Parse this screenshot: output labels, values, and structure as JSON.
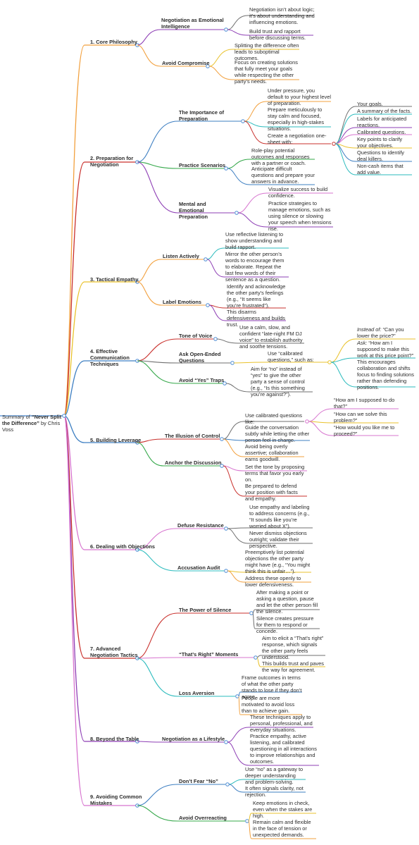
{
  "colors": {
    "orange": "#f2a03d",
    "red": "#c9302c",
    "yellow": "#e9c22c",
    "green": "#35a84a",
    "purple": "#8e3fb5",
    "blue": "#3e7fc2",
    "pink": "#d774cf",
    "teal": "#2bbbbd",
    "brown": "#8a5a3b",
    "gray": "#6f6f6f",
    "node": "#4a8bd4"
  },
  "root": {
    "prefix": "Summary of ",
    "title": "“Never Split the Difference”",
    "suffix": " by Chris Voss"
  },
  "branches": [
    {
      "label": "1. Core Philosophy",
      "subs": [
        {
          "label": "Negotiation as Emotional Intelligence",
          "items": [
            "Negotiation isn’t about logic; it’s about understanding and influencing emotions.",
            "Build trust and rapport before discussing terms."
          ]
        },
        {
          "label": "Avoid Compromise",
          "items": [
            "Splitting the difference often leads to suboptimal outcomes.",
            "Focus on creating solutions that fully meet your goals while respecting the other party’s needs."
          ]
        }
      ]
    },
    {
      "label": "2. Preparation for Negotiation",
      "subs": [
        {
          "label": "The Importance of Preparation",
          "items": [
            "Under pressure, you default to your highest level of preparation.",
            "Prepare meticulously to stay calm and focused, especially in high-stakes situations.",
            "Create a negotiation one-sheet with:"
          ],
          "one_sheet": [
            "Your goals.",
            "A summary of the facts.",
            "Labels for anticipated reactions.",
            "Calibrated questions.",
            "Key points to clarify your objectives.",
            "Questions to identify deal killers.",
            "Non-cash items that add value."
          ]
        },
        {
          "label": "Practice Scenarios",
          "items": [
            "Role-play potential outcomes and responses with a partner or coach.",
            "Anticipate difficult questions and prepare your answers in advance."
          ]
        },
        {
          "label": "Mental and Emotional Preparation",
          "items": [
            "Visualize success to build confidence.",
            "Practice strategies to manage emotions, such as using silence or slowing your speech when tensions rise."
          ]
        }
      ]
    },
    {
      "label": "3. Tactical Empathy",
      "subs": [
        {
          "label": "Listen Actively",
          "items": [
            "Use reflective listening to show understanding and build rapport.",
            "Mirror the other person’s words to encourage them to elaborate. Repeat the last few words of their sentence as a question."
          ]
        },
        {
          "label": "Label Emotions",
          "items": [
            "Identify and acknowledge the other party’s feelings (e.g., “It seems like you’re frustrated”).",
            "This disarms defensiveness and builds trust."
          ]
        }
      ]
    },
    {
      "label": "4. Effective Communication Techniques",
      "subs": [
        {
          "label": "Tone of Voice",
          "items": [
            "Use a calm, slow, and confident “late-night FM DJ voice” to establish authority and soothe tensions."
          ]
        },
        {
          "label": "Ask Open-Ended Questions",
          "items": [
            "Use “calibrated questions,” such as:"
          ],
          "calibrated": {
            "instead_label": "Instead of:",
            "instead_text": " “Can you lower the price?”",
            "ask_label": "Ask:",
            "ask_text": " “How am I supposed to make this work at this price point?”",
            "note": "This encourages collaboration and shifts focus to finding solutions rather than defending positions."
          }
        },
        {
          "label": "Avoid “Yes” Traps",
          "items": [
            "Aim for “no” instead of “yes” to give the other party a sense of control (e.g., “Is this something you’re against?”)."
          ]
        }
      ]
    },
    {
      "label": "5. Building Leverage",
      "subs": [
        {
          "label": "The Illusion of Control",
          "items": [
            "Use calibrated questions like:",
            "Guide the conversation subtly while letting the other person feel in charge.",
            "Avoid being overly assertive; collaboration earns goodwill."
          ],
          "examples": [
            "“How am I supposed to do that?”",
            "“How can we solve this problem?”",
            "“How would you like me to proceed?”"
          ]
        },
        {
          "label": "Anchor the Discussion",
          "items": [
            "Set the tone by proposing terms that favor you early on.",
            "Be prepared to defend your position with facts and empathy."
          ]
        }
      ]
    },
    {
      "label": "6. Dealing with Objections",
      "subs": [
        {
          "label": "Defuse Resistance",
          "items": [
            "Use empathy and labeling to address concerns (e.g., “It sounds like you’re worried about X”).",
            "Never dismiss objections outright; validate their perspective."
          ]
        },
        {
          "label": "Accusation Audit",
          "items": [
            "Preemptively list potential objections the other party might have (e.g., “You might think this is unfair…”).",
            "Address these openly to lower defensiveness."
          ]
        }
      ]
    },
    {
      "label": "7. Advanced Negotiation Tactics",
      "subs": [
        {
          "label": "The Power of Silence",
          "items": [
            "After making a point or asking a question, pause and let the other person fill the silence.",
            "Silence creates pressure for them to respond or concede."
          ]
        },
        {
          "label": "“That’s Right” Moments",
          "items": [
            "Aim to elicit a “That’s right” response, which signals the other party feels understood.",
            "This builds trust and paves the way for agreement."
          ]
        },
        {
          "label": "Loss Aversion",
          "items": [
            "Frame outcomes in terms of what the other party stands to lose if they don’t agree.",
            "People are more motivated to avoid loss than to achieve gain."
          ]
        }
      ]
    },
    {
      "label": "8. Beyond the Table",
      "subs": [
        {
          "label": "Negotiation as a Lifestyle",
          "items": [
            "These techniques apply to personal, professional, and everyday situations.",
            "Practice empathy, active listening, and calibrated questioning in all interactions to improve relationships and outcomes."
          ]
        }
      ]
    },
    {
      "label": "9. Avoiding Common Mistakes",
      "subs": [
        {
          "label": "Don’t Fear “No”",
          "items": [
            "Use “no” as a gateway to deeper understanding and problem-solving.",
            "It often signals clarity, not rejection."
          ]
        },
        {
          "label": "Avoid Overreacting",
          "items": [
            "Keep emotions in check, even when the stakes are high.",
            "Remain calm and flexible in the face of tension or unexpected demands."
          ]
        }
      ]
    }
  ]
}
